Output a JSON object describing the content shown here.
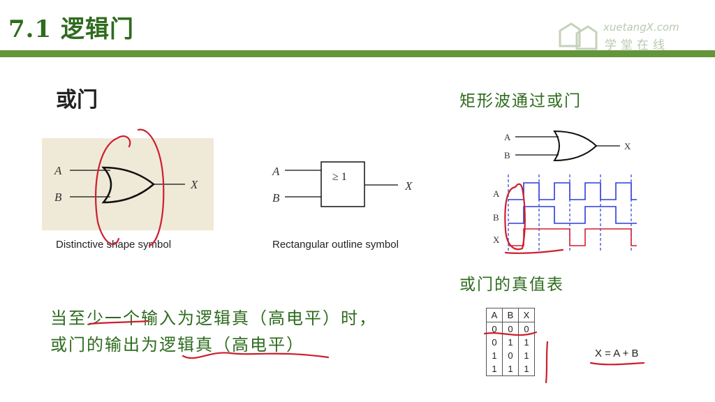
{
  "header": {
    "title": "7.1  逻辑门",
    "logo_text": "xuetangX.com",
    "logo_sub": "学堂在线"
  },
  "left": {
    "subhead": "或门",
    "gate1": {
      "input_a": "A",
      "input_b": "B",
      "output": "X",
      "caption": "Distinctive shape symbol"
    },
    "gate2": {
      "input_a": "A",
      "input_b": "B",
      "output": "X",
      "symbol": "≥ 1",
      "caption": "Rectangular outline symbol"
    },
    "paragraph": {
      "line1": "当至少一个输入为逻辑真（高电平）时，",
      "line2": "或门的输出为逻辑真（高电平）"
    }
  },
  "right": {
    "waveform_title": "矩形波通过或门",
    "gate": {
      "input_a": "A",
      "input_b": "B",
      "output": "X"
    },
    "wave_labels": {
      "a": "A",
      "b": "B",
      "x": "X"
    },
    "truth_table_title": "或门的真值表",
    "truth_table": {
      "headers": [
        "A",
        "B",
        "X"
      ],
      "rows": [
        [
          "0",
          "0",
          "0"
        ],
        [
          "0",
          "1",
          "1"
        ],
        [
          "1",
          "0",
          "1"
        ],
        [
          "1",
          "1",
          "1"
        ]
      ]
    },
    "formula": "X = A + B"
  },
  "colors": {
    "accent": "#2e6b1e",
    "bar": "#63953a",
    "ink": "#cc1f2d",
    "wave_blue": "#2d3bd9",
    "wave_red": "#d21f2f"
  }
}
